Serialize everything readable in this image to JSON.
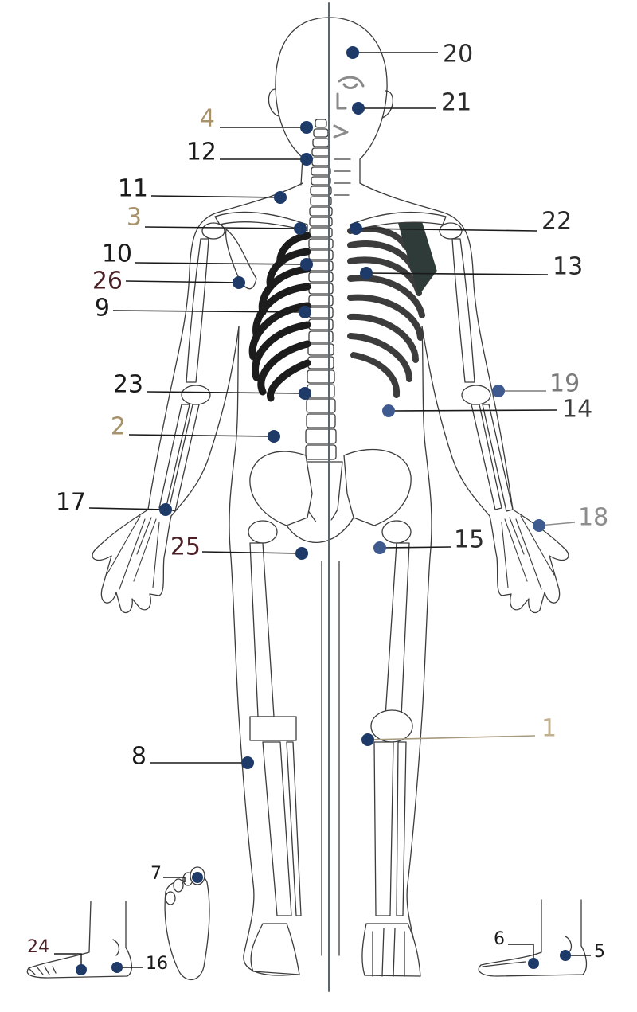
{
  "colors": {
    "outline": "#3c3c3c",
    "bone_fill": "#ffffff",
    "rib_back": "#1c1c1c",
    "rib_front": "#3c3c3c",
    "scapula": "#2f3b38",
    "marker": "#1e3a68",
    "marker_light": "#3f5a8e",
    "leader": "#1a1a1a",
    "divider": "#5a6670"
  },
  "markers": [
    {
      "id": "marker-20",
      "label": "20",
      "color": "#2b2b2b",
      "leader_color": "#1a1a1a"
    },
    {
      "id": "marker-21",
      "label": "21",
      "color": "#2b2b2b",
      "leader_color": "#1a1a1a"
    },
    {
      "id": "marker-4",
      "label": "4",
      "color": "#a8926b",
      "leader_color": "#1a1a1a"
    },
    {
      "id": "marker-12",
      "label": "12",
      "color": "#1a1a1a",
      "leader_color": "#1a1a1a"
    },
    {
      "id": "marker-11",
      "label": "11",
      "color": "#1a1a1a",
      "leader_color": "#1a1a1a"
    },
    {
      "id": "marker-3",
      "label": "3",
      "color": "#a8926b",
      "leader_color": "#1a1a1a"
    },
    {
      "id": "marker-22",
      "label": "22",
      "color": "#2b2b2b",
      "leader_color": "#1a1a1a"
    },
    {
      "id": "marker-10",
      "label": "10",
      "color": "#1a1a1a",
      "leader_color": "#1a1a1a"
    },
    {
      "id": "marker-13",
      "label": "13",
      "color": "#2b2b2b",
      "leader_color": "#1a1a1a"
    },
    {
      "id": "marker-26",
      "label": "26",
      "color": "#4a1f26",
      "leader_color": "#1a1a1a"
    },
    {
      "id": "marker-9",
      "label": "9",
      "color": "#1a1a1a",
      "leader_color": "#1a1a1a"
    },
    {
      "id": "marker-23",
      "label": "23",
      "color": "#1a1a1a",
      "leader_color": "#1a1a1a"
    },
    {
      "id": "marker-19",
      "label": "19",
      "color": "#7b7b7b",
      "leader_color": "#7b7b7b"
    },
    {
      "id": "marker-14",
      "label": "14",
      "color": "#3c3c3c",
      "leader_color": "#1a1a1a"
    },
    {
      "id": "marker-2",
      "label": "2",
      "color": "#a8926b",
      "leader_color": "#1a1a1a"
    },
    {
      "id": "marker-17",
      "label": "17",
      "color": "#1a1a1a",
      "leader_color": "#1a1a1a"
    },
    {
      "id": "marker-18",
      "label": "18",
      "color": "#8d8d8d",
      "leader_color": "#8d8d8d"
    },
    {
      "id": "marker-25",
      "label": "25",
      "color": "#4a1f26",
      "leader_color": "#1a1a1a"
    },
    {
      "id": "marker-15",
      "label": "15",
      "color": "#2b2b2b",
      "leader_color": "#1a1a1a"
    },
    {
      "id": "marker-1",
      "label": "1",
      "color": "#c2b08e",
      "leader_color": "#a79a7e"
    },
    {
      "id": "marker-8",
      "label": "8",
      "color": "#1a1a1a",
      "leader_color": "#1a1a1a"
    },
    {
      "id": "marker-7",
      "label": "7",
      "color": "#1a1a1a",
      "leader_color": "#1a1a1a"
    },
    {
      "id": "marker-24",
      "label": "24",
      "color": "#4a1f26",
      "leader_color": "#1a1a1a"
    },
    {
      "id": "marker-16",
      "label": "16",
      "color": "#1a1a1a",
      "leader_color": "#1a1a1a"
    },
    {
      "id": "marker-6",
      "label": "6",
      "color": "#1a1a1a",
      "leader_color": "#1a1a1a"
    },
    {
      "id": "marker-5",
      "label": "5",
      "color": "#1a1a1a",
      "leader_color": "#1a1a1a"
    }
  ]
}
